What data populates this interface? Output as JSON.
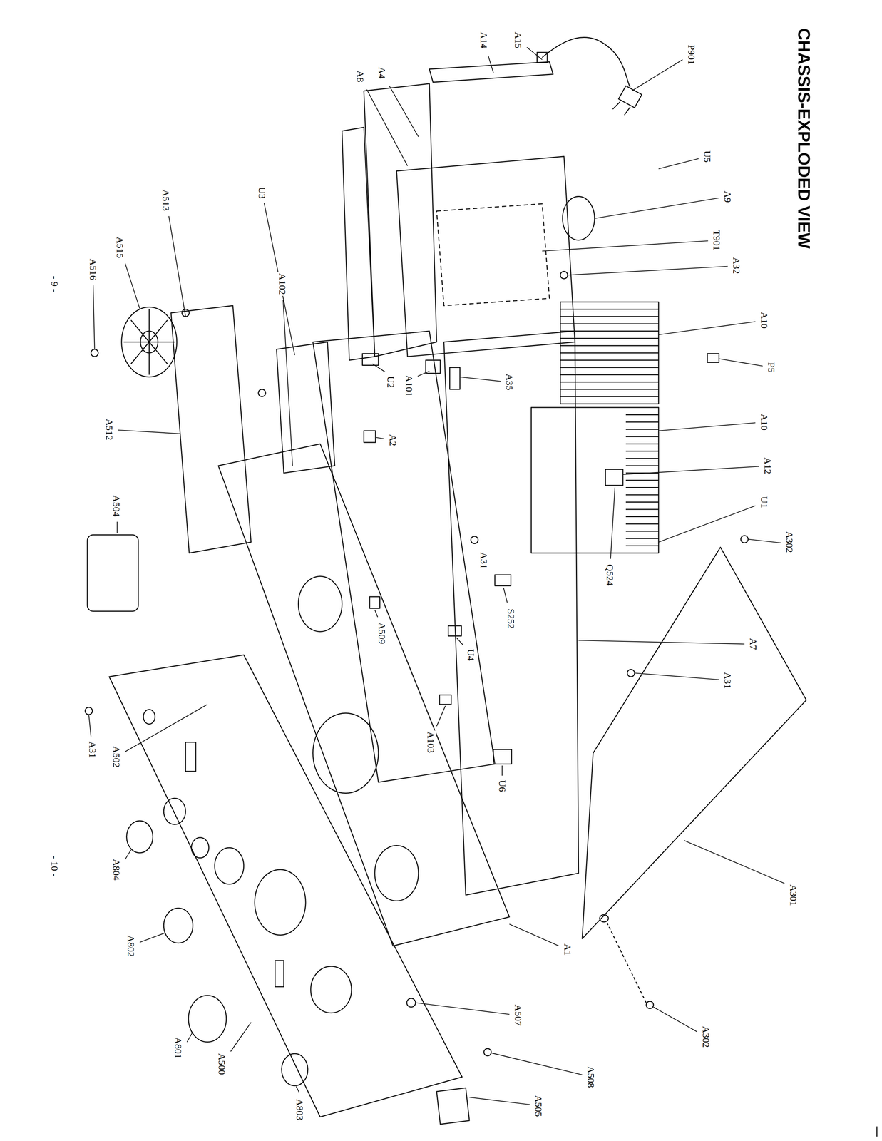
{
  "diagram": {
    "title": "CHASSIS-EXPLODED VIEW",
    "labels": [
      "P901",
      "A15",
      "A14",
      "U5",
      "A9",
      "T901",
      "A32",
      "A10",
      "P5",
      "A10",
      "A12",
      "U1",
      "A302",
      "Q524",
      "S252",
      "A7",
      "A31",
      "A301",
      "A302",
      "A505",
      "A508",
      "A803",
      "A500",
      "A801",
      "A507",
      "A1",
      "A802",
      "A804",
      "U6",
      "A103",
      "U4",
      "A31",
      "A509",
      "A101",
      "U2",
      "A2",
      "A35",
      "U3",
      "A8",
      "A4",
      "A102",
      "A513",
      "A515",
      "A516",
      "A512",
      "A504",
      "A502",
      "A31",
      "- 9 -",
      "- 10 -"
    ]
  }
}
